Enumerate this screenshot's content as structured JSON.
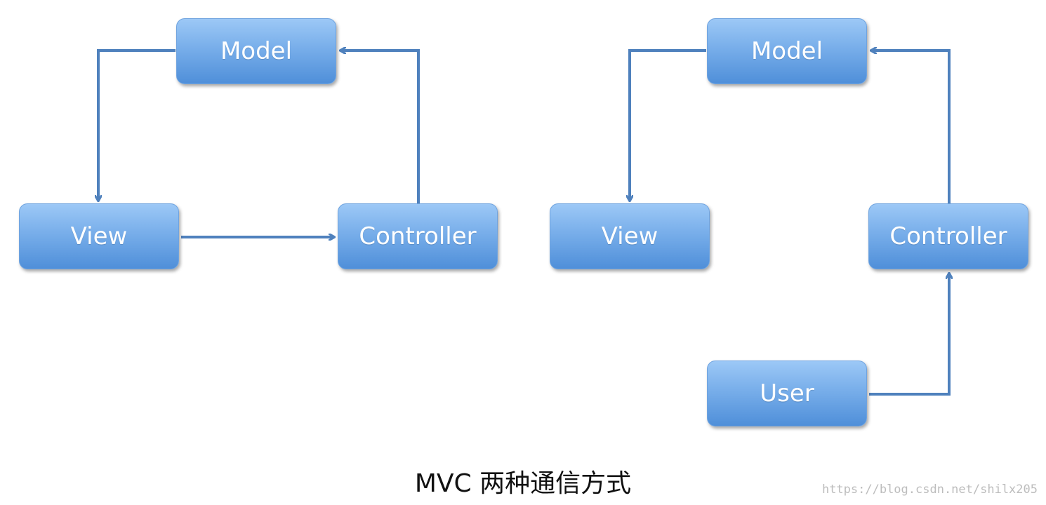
{
  "diagrams": {
    "left": {
      "model": "Model",
      "view": "View",
      "controller": "Controller"
    },
    "right": {
      "model": "Model",
      "view": "View",
      "controller": "Controller",
      "user": "User"
    }
  },
  "caption": "MVC  两种通信方式",
  "watermark": "https://blog.csdn.net/shilx205",
  "colors": {
    "box_top": "#9cc8f6",
    "box_bottom": "#4f8fd9",
    "arrow": "#4f81bd"
  }
}
